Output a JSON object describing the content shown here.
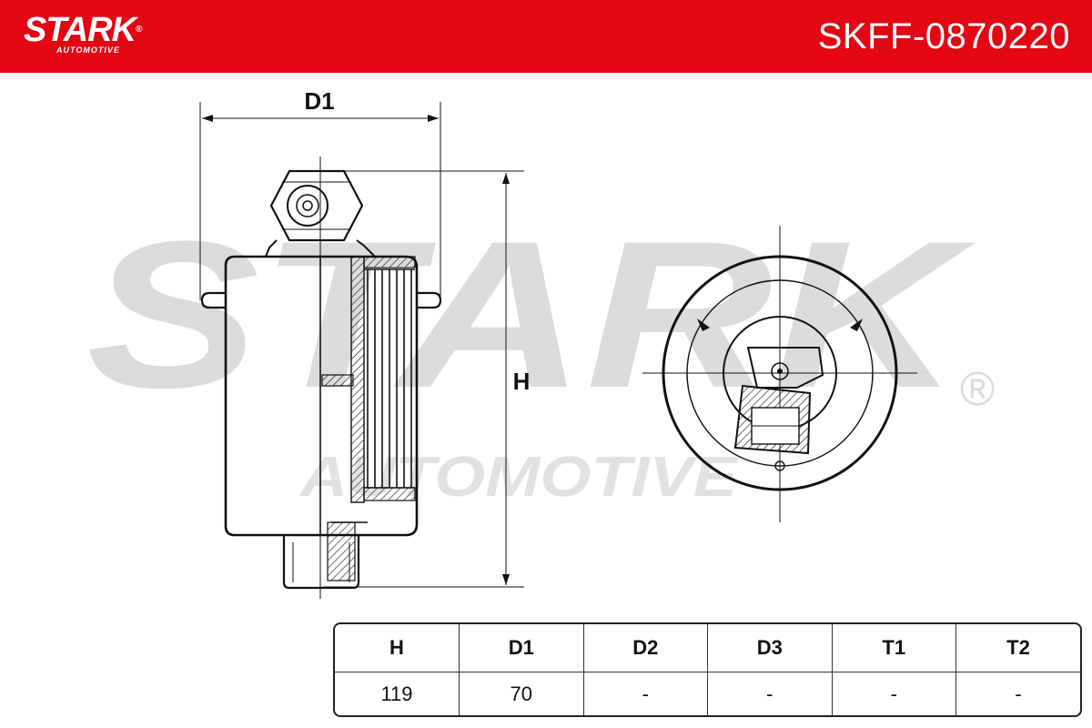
{
  "header": {
    "brand": "STARK",
    "brand_mark": "®",
    "brand_sub": "AUTOMOTIVE",
    "part_number": "SKFF-0870220",
    "brand_color": "#e30613"
  },
  "watermark": {
    "main": "STARK",
    "sub": "AUTOMOTIVE",
    "mark": "®",
    "color": "#dcdcdc"
  },
  "drawing": {
    "dimension_labels": {
      "d1": "D1",
      "h": "H"
    },
    "side_view": "fuel-filter-cross-section",
    "top_view": "fuel-filter-top-view"
  },
  "spec_table": {
    "headers": [
      "H",
      "D1",
      "D2",
      "D3",
      "T1",
      "T2"
    ],
    "values": [
      "119",
      "70",
      "-",
      "-",
      "-",
      "-"
    ]
  }
}
